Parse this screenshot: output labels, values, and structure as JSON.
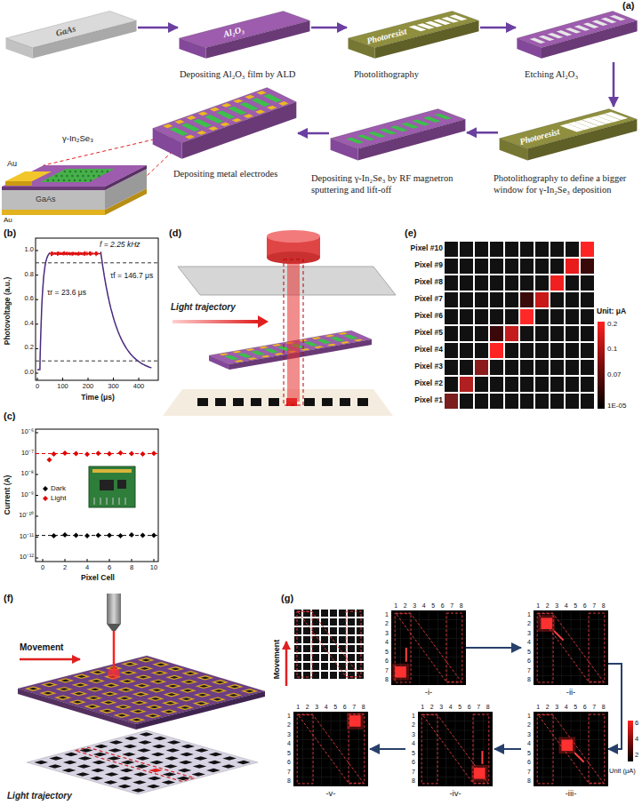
{
  "diagram": {
    "nodes": [
      {
        "text": [
          "GaAs"
        ]
      },
      {
        "text": [
          "Al₂O₃",
          "Depositing Al₂O₃ film by ALD"
        ]
      },
      {
        "text": [
          "Photoresist",
          "Photolithography"
        ]
      },
      {
        "text": [
          "Etching Al₂O₃"
        ]
      },
      {
        "text": [
          "Photoresist",
          "Photolithography to define a bigger window for γ-In₂Se₃ deposition"
        ]
      },
      {
        "text": [
          "Depositing γ-In₂Se₃ by RF magnetron sputtering and lift-off"
        ]
      },
      {
        "text": [
          "Depositing metal electrodes"
        ]
      },
      {
        "text": [
          "-i-"
        ]
      },
      {
        "text": [
          "-ii-"
        ]
      },
      {
        "text": [
          "-iii-"
        ]
      },
      {
        "text": [
          "-iv-"
        ]
      },
      {
        "text": [
          "-v-"
        ]
      }
    ],
    "edges": [
      {
        "from": 0,
        "to": 1,
        "arrow": "to"
      },
      {
        "from": 1,
        "to": 2,
        "arrow": "to"
      },
      {
        "from": 2,
        "to": 3,
        "arrow": "to"
      },
      {
        "from": 3,
        "to": 4,
        "arrow": "to"
      },
      {
        "from": 4,
        "to": 5,
        "arrow": "to"
      },
      {
        "from": 5,
        "to": 6,
        "arrow": "to"
      },
      {
        "from": 7,
        "to": 8,
        "arrow": "to"
      },
      {
        "from": 8,
        "to": 9,
        "arrow": "to"
      },
      {
        "from": 9,
        "to": 10,
        "arrow": "to"
      },
      {
        "from": 10,
        "to": 11,
        "arrow": "to"
      }
    ],
    "labels": [
      "(a)",
      "Au",
      "γ-In₂Se₃",
      "GaAs",
      "Au",
      "(b)",
      "f = 2.25 kHz",
      "τr = 23.6 μs",
      "τf = 146.7 μs",
      "Photovoltage (a.u.)",
      "Time (μs)",
      "0.0",
      "0.2",
      "0.4",
      "0.6",
      "0.8",
      "1.0",
      "0",
      "100",
      "200",
      "300",
      "400",
      "(c)",
      "10⁻⁶",
      "10⁻⁷",
      "10⁻⁸",
      "10⁻⁹",
      "10⁻¹⁰",
      "10⁻¹¹",
      "10⁻¹²",
      "0",
      "2",
      "4",
      "6",
      "8",
      "10",
      "Current (A)",
      "Pixel Cell",
      "(d)",
      "Light trajectory",
      "(e)",
      "Pixel #10",
      "Pixel #9",
      "Pixel #8",
      "Pixel #7",
      "Pixel #6",
      "Pixel #5",
      "Pixel #4",
      "Pixel #3",
      "Pixel #2",
      "Pixel #1",
      "Unit: μA",
      "0.2",
      "0.1",
      "0.07",
      "1E-05",
      "(f)",
      "Movement",
      "Light trajectory",
      "(g)",
      "Movement",
      "Unit (μA)",
      "6",
      "4",
      "2",
      "1",
      "2",
      "3",
      "4",
      "5",
      "6",
      "7",
      "8",
      "1",
      "2",
      "3",
      "4",
      "5",
      "6",
      "7",
      "8",
      "1",
      "2",
      "3",
      "4",
      "5",
      "6",
      "7",
      "8",
      "1",
      "2",
      "3",
      "4",
      "5",
      "6",
      "7",
      "8",
      "1",
      "2",
      "3",
      "4",
      "5",
      "6",
      "7",
      "8",
      "1",
      "2",
      "3",
      "4",
      "5",
      "6",
      "7",
      "8",
      "1",
      "2",
      "3",
      "4",
      "5",
      "6",
      "7",
      "8",
      "1",
      "2",
      "3",
      "4",
      "5",
      "6",
      "7",
      "8",
      "1",
      "2",
      "3",
      "4",
      "5",
      "6",
      "7",
      "8",
      "1",
      "2",
      "3",
      "4",
      "5",
      "6",
      "7",
      "8"
    ],
    "legend": [
      {
        "text": "Dark"
      },
      {
        "text": "Light"
      }
    ]
  }
}
